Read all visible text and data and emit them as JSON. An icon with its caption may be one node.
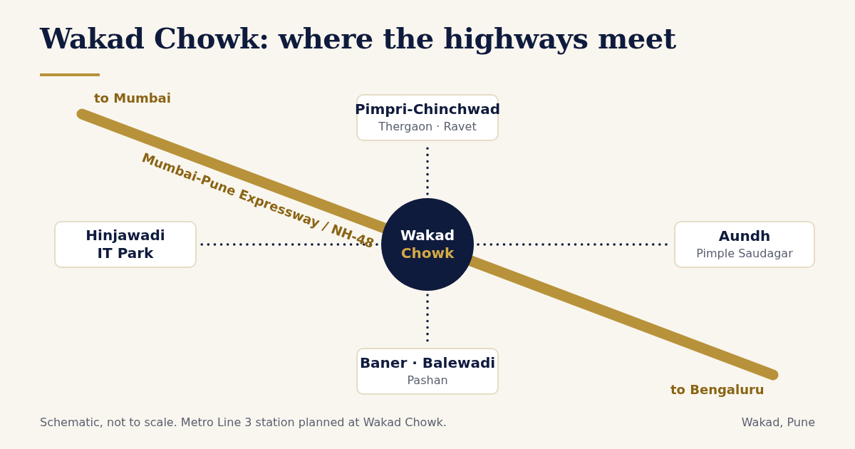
{
  "diagram": {
    "title": "Wakad Chowk: where the highways meet",
    "nodes": [
      {
        "text": [
          "Wakad",
          "Chowk"
        ]
      },
      {
        "text": [
          "Pimpri-Chinchwad",
          "Thergaon · Ravet"
        ]
      },
      {
        "text": [
          "Hinjawadi IT Park"
        ]
      },
      {
        "text": [
          "Aundh",
          "Pimple Saudagar"
        ]
      },
      {
        "text": [
          "Baner · Balewadi",
          "Pashan"
        ]
      }
    ],
    "edges": [
      {
        "from": 0,
        "to": 1,
        "arrow": "none"
      },
      {
        "from": 0,
        "to": 2,
        "arrow": "none"
      },
      {
        "from": 0,
        "to": 3,
        "arrow": "none"
      },
      {
        "from": 0,
        "to": 4,
        "arrow": "none"
      }
    ],
    "labels": [
      "to Mumbai",
      "Mumbai-Pune Expressway / NH-48",
      "to Bengaluru",
      "Schematic, not to scale. Metro Line 3 station planned at Wakad Chowk.",
      "Wakad, Pune"
    ]
  }
}
